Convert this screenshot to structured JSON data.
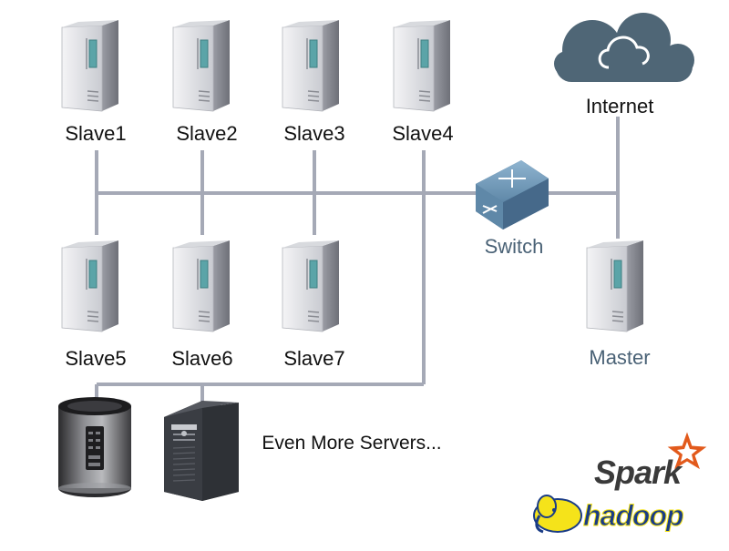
{
  "diagram": {
    "internet_label": "Internet",
    "switch_label": "Switch",
    "master_label": "Master",
    "slaves": [
      "Slave1",
      "Slave2",
      "Slave3",
      "Slave4",
      "Slave5",
      "Slave6",
      "Slave7"
    ],
    "more_servers_label": "Even More Servers...",
    "logos": {
      "spark": "Spark",
      "hadoop": "hadoop"
    }
  },
  "colors": {
    "cable": "#a5a9b6",
    "cloud": "#4f6676",
    "switch_body": "#5f88a8",
    "server_body": "#e4e5e8",
    "server_accent": "#5ba4a8",
    "spark_star": "#e25a1c",
    "hadoop_yellow": "#f5e31a",
    "hadoop_blue": "#1a3c86"
  }
}
